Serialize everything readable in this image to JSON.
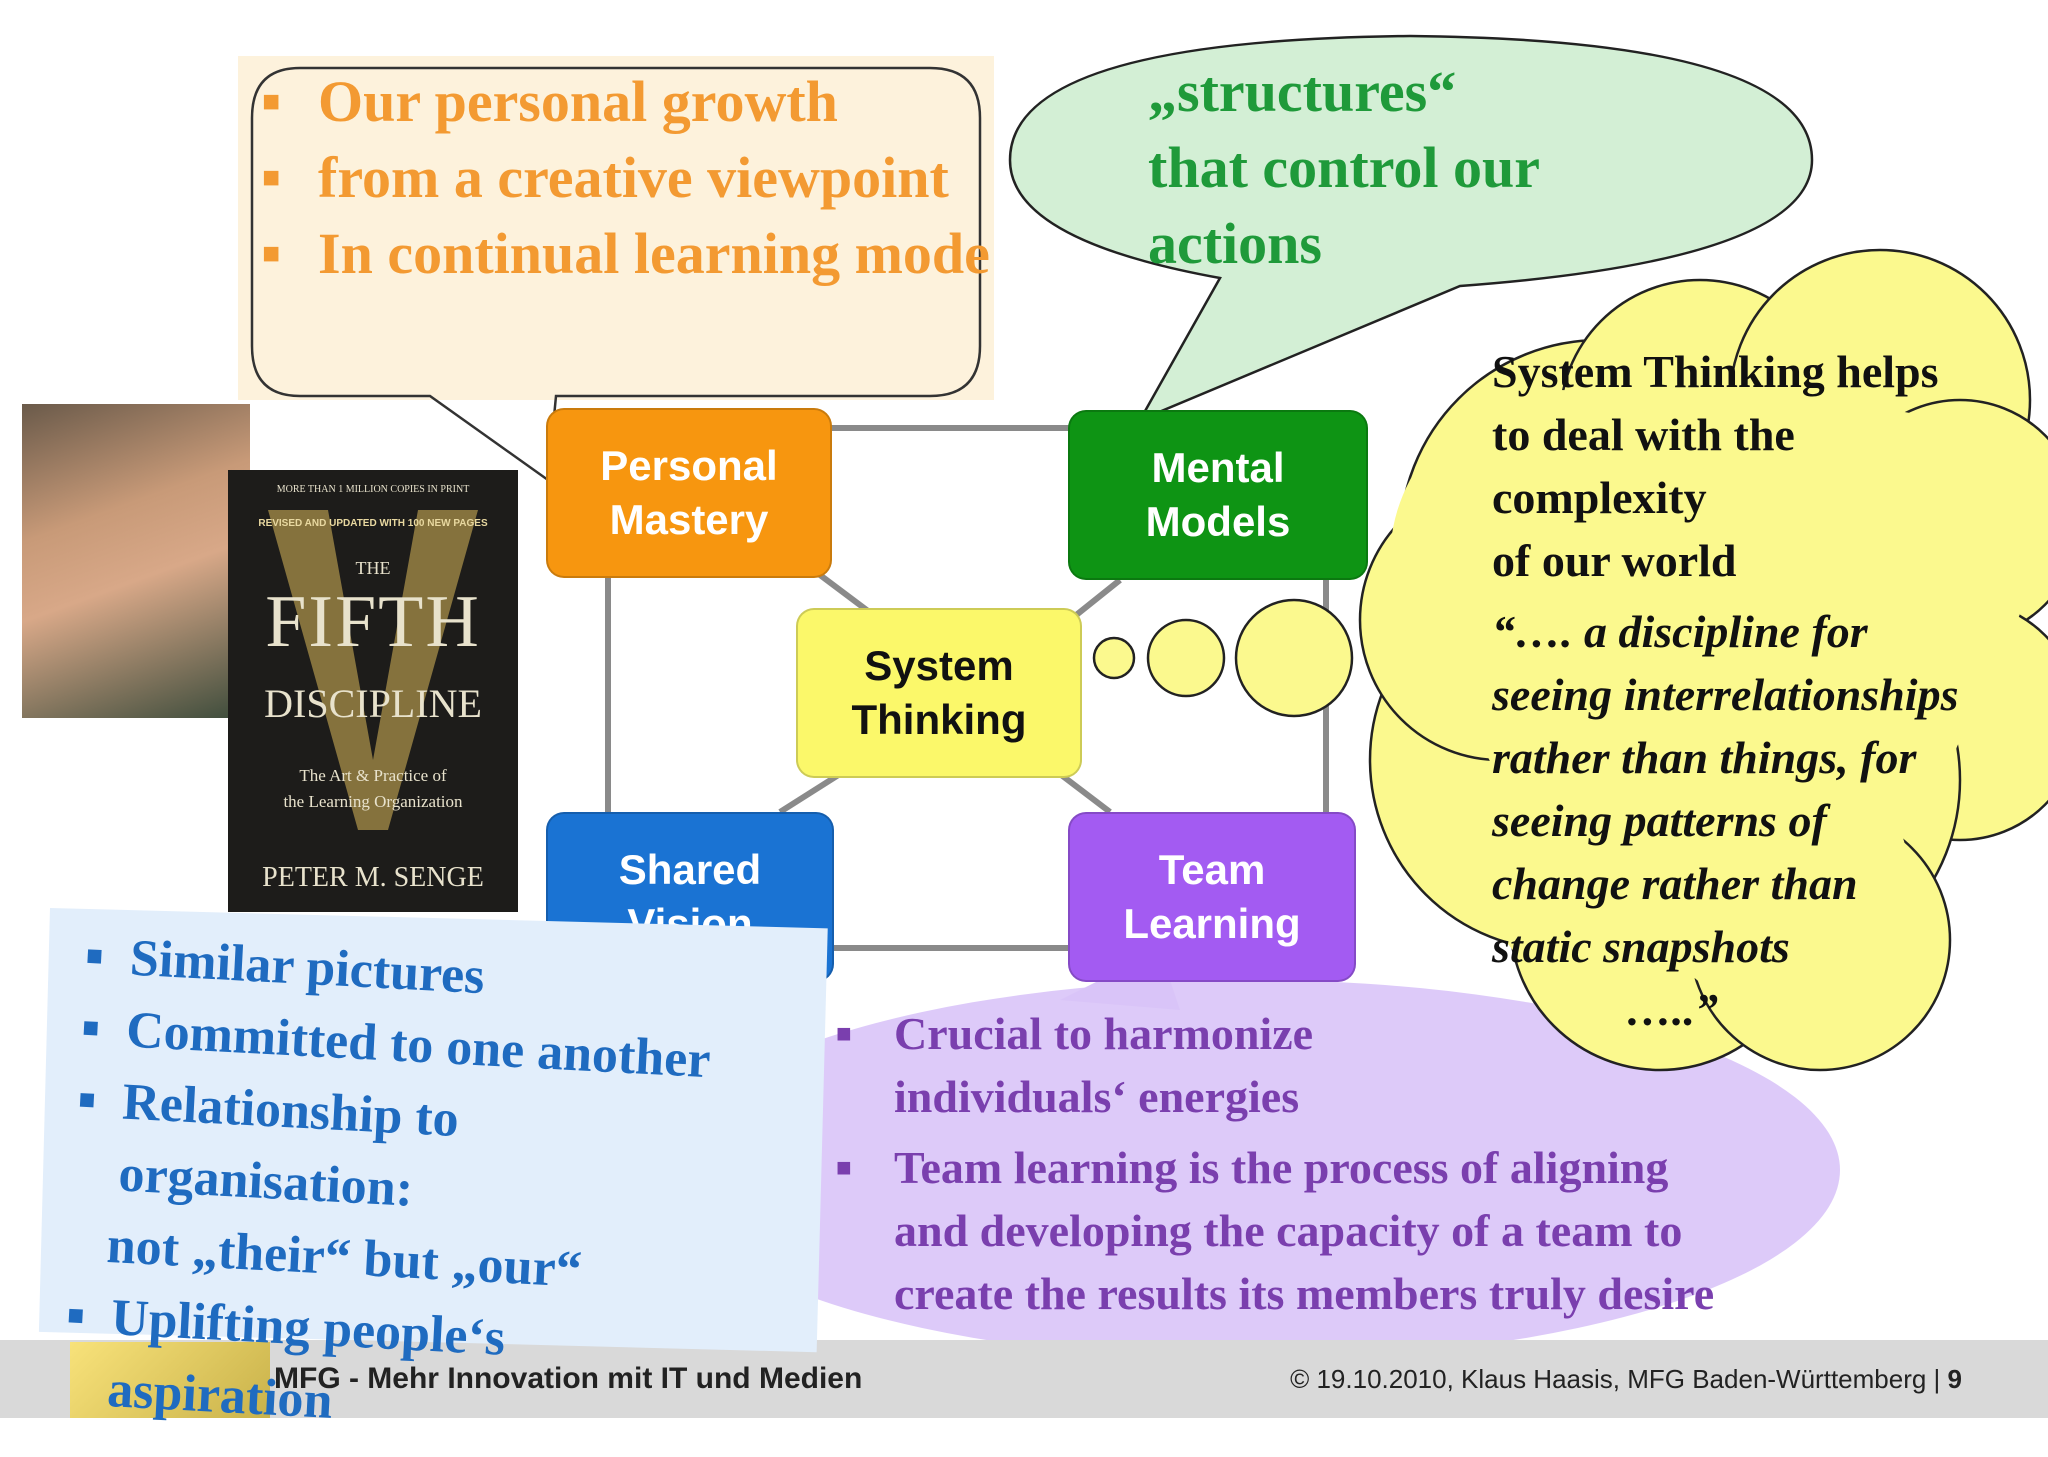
{
  "personal_mastery_callout": {
    "items": [
      "Our personal growth",
      "from a creative viewpoint",
      "In continual learning mode"
    ]
  },
  "mental_models_callout": {
    "lines": [
      "„structures“",
      "that control our",
      "actions"
    ]
  },
  "system_thinking_cloud": {
    "bold_lines": [
      "System Thinking helps",
      "to deal with the",
      "complexity",
      "of our world"
    ],
    "italic_lines": [
      "“…. a discipline  for",
      "seeing interrelationships",
      "rather  than things, for",
      "seeing patterns of",
      "change rather than",
      "static  snapshots",
      "…..”"
    ]
  },
  "diagram": {
    "personal_mastery": [
      "Personal",
      "Mastery"
    ],
    "mental_models": [
      "Mental",
      "Models"
    ],
    "system_thinking": [
      "System",
      "Thinking"
    ],
    "shared_vision": [
      "Shared",
      "Vision"
    ],
    "team_learning": [
      "Team",
      "Learning"
    ]
  },
  "book": {
    "top_line": "MORE THAN 1 MILLION COPIES IN PRINT",
    "banner": "REVISED AND UPDATED WITH 100 NEW PAGES",
    "the": "THE",
    "fifth": "FIFTH",
    "discipline": "DISCIPLINE",
    "subtitle_1": "The Art & Practice of",
    "subtitle_2": "the Learning Organization",
    "author": "PETER M. SENGE"
  },
  "shared_vision_note": {
    "items": [
      {
        "text": "Similar pictures"
      },
      {
        "text": "Committed to one another"
      },
      {
        "text": "Relationship to",
        "cont": [
          "organisation:",
          "not „their“ but „our“"
        ]
      },
      {
        "text": "Uplifting people‘s",
        "cont": [
          "aspiration"
        ]
      }
    ]
  },
  "team_learning_callout": {
    "items": [
      {
        "text": "Crucial to harmonize",
        "cont": [
          "individuals‘ energies"
        ]
      },
      {
        "text": "Team learning is the process of aligning",
        "cont": [
          "and developing the capacity of a team to",
          "create the results its members truly desire"
        ]
      }
    ]
  },
  "footer": {
    "left": "MFG - Mehr Innovation mit IT und Medien",
    "right": "© 19.10.2010, Klaus Haasis, MFG Baden-Württemberg  |",
    "page": "9"
  },
  "colors": {
    "personal_mastery": "#f7960f",
    "mental_models": "#0e9414",
    "shared_vision": "#1a73d3",
    "team_learning": "#a35bf2",
    "system_thinking": "#fbf86a"
  }
}
